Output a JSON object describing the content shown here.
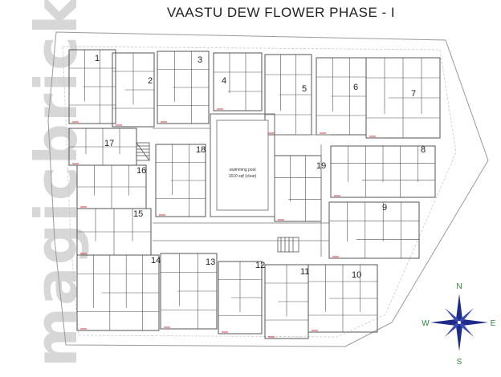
{
  "title": "VAASTU DEW FLOWER PHASE - I",
  "watermark": "magicbricks",
  "pool": {
    "line1": "swimming pool",
    "line2": "1610 sqf (clear)"
  },
  "units": [
    "1",
    "2",
    "3",
    "4",
    "5",
    "6",
    "7",
    "8",
    "9",
    "10",
    "11",
    "12",
    "13",
    "14",
    "15",
    "16",
    "17",
    "18",
    "19"
  ],
  "compass": {
    "north": "N",
    "south": "S",
    "east": "E",
    "west": "W"
  },
  "colors": {
    "wall": "#555555",
    "boundary": "#888888",
    "accent_red": "#d04040",
    "accent_blue": "#3070c0",
    "compass_star": "#1d2b8a",
    "compass_letters": "#2a8a3a"
  }
}
